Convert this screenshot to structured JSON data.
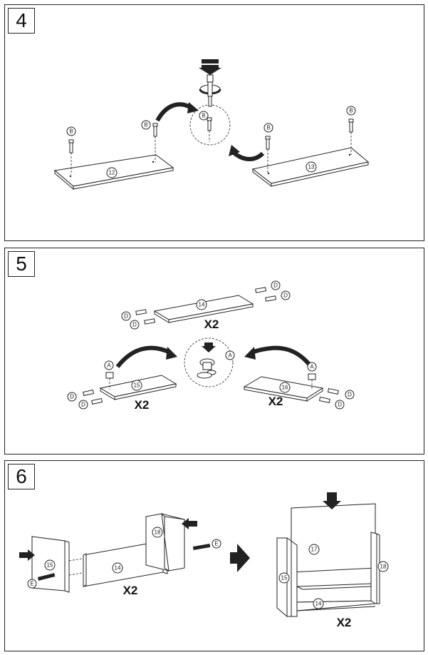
{
  "steps": [
    {
      "number": "4",
      "callouts": {
        "bolt": "B",
        "panel_left": "12",
        "panel_right": "13"
      }
    },
    {
      "number": "5",
      "callouts": {
        "cam_lock": "A",
        "dowel": "D",
        "panel_top": "14",
        "panel_left": "15",
        "panel_right": "16"
      },
      "quantity": "X2"
    },
    {
      "number": "6",
      "callouts": {
        "screw": "E",
        "side_left": "15",
        "back_panel": "14",
        "side_right": "18",
        "top_panel": "17"
      },
      "quantity": "X2"
    }
  ]
}
